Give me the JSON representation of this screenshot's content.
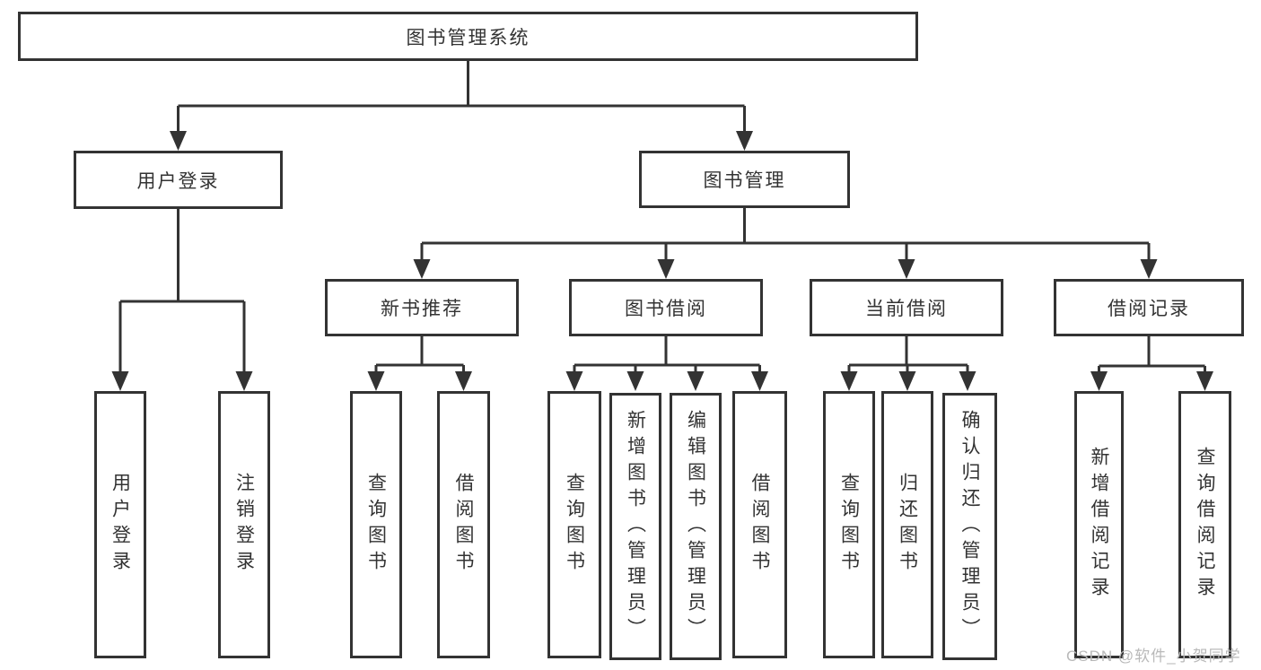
{
  "tree": {
    "root": {
      "label": "图书管理系统"
    },
    "branches": {
      "user_login": {
        "label": "用户登录",
        "children": {
          "login": {
            "label": "用户登录"
          },
          "logout": {
            "label": "注销登录"
          }
        }
      },
      "book_mgmt": {
        "label": "图书管理",
        "children": {
          "new_book_rec": {
            "label": "新书推荐",
            "children": {
              "query_book": {
                "label": "查询图书"
              },
              "borrow_book": {
                "label": "借阅图书"
              }
            }
          },
          "book_borrow": {
            "label": "图书借阅",
            "children": {
              "query_book": {
                "label": "查询图书"
              },
              "add_book": {
                "label": "新增图书（管理员）"
              },
              "edit_book": {
                "label": "编辑图书（管理员）"
              },
              "borrow_book": {
                "label": "借阅图书"
              }
            }
          },
          "current_borrow": {
            "label": "当前借阅",
            "children": {
              "query_book": {
                "label": "查询图书"
              },
              "return_book": {
                "label": "归还图书"
              },
              "confirm_return": {
                "label": "确认归还（管理员）"
              }
            }
          },
          "borrow_record": {
            "label": "借阅记录",
            "children": {
              "add_record": {
                "label": "新增借阅记录"
              },
              "query_record": {
                "label": "查询借阅记录"
              }
            }
          }
        }
      }
    }
  },
  "watermark": {
    "text": "CSDN @软件_小贺同学"
  },
  "colors": {
    "line": "#333333",
    "box_border": "#333333",
    "box_background": "#ffffff",
    "text": "#333333",
    "watermark": "#b9b9b9",
    "page_background": "#ffffff"
  }
}
